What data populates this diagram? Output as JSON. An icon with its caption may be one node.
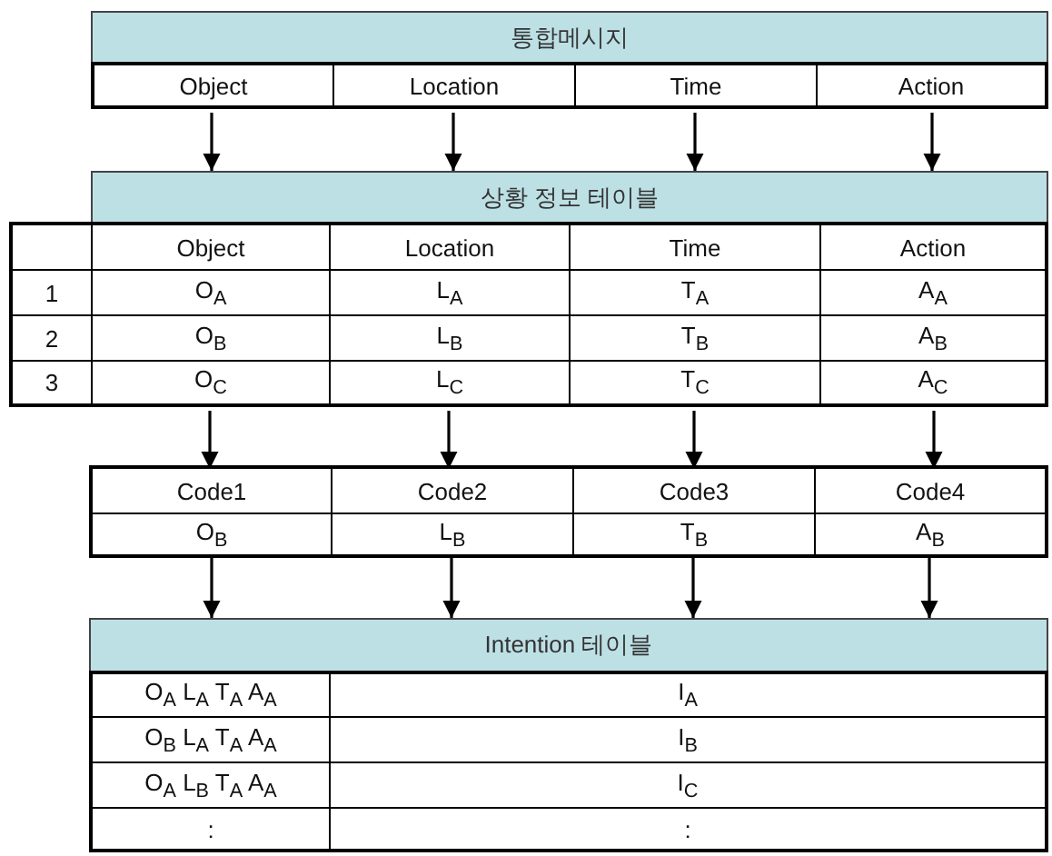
{
  "diagram": {
    "nodes": [
      {
        "text": [
          "통합메시지"
        ]
      },
      {
        "text": [
          "Object"
        ],
        "in": 0
      },
      {
        "text": [
          "Location"
        ],
        "in": 0
      },
      {
        "text": [
          "Time"
        ],
        "in": 0
      },
      {
        "text": [
          "Action"
        ],
        "in": 0
      },
      {
        "text": [
          "상황 정보 테이블"
        ]
      },
      {
        "text": [
          "1",
          "2",
          "3"
        ],
        "in": 5
      },
      {
        "text": [
          "Object",
          "O$_{A}$",
          "O$_{B}$",
          "O$_{C}$"
        ],
        "in": 5
      },
      {
        "text": [
          "Location",
          "L$_{A}$",
          "L$_{B}$",
          "L$_{C}$"
        ],
        "in": 5
      },
      {
        "text": [
          "Time",
          "T$_{A}$",
          "T$_{B}$",
          "T$_{C}$"
        ],
        "in": 5
      },
      {
        "text": [
          "Action",
          "A$_{A}$",
          "A$_{B}$",
          "A$_{C}$"
        ],
        "in": 5
      },
      {
        "text": [],
        "shape": "box"
      },
      {
        "text": [
          "Code1",
          "O$_{B}$"
        ],
        "in": 11
      },
      {
        "text": [
          "Code2",
          "L$_{B}$"
        ],
        "in": 11
      },
      {
        "text": [
          "Code3",
          "T$_{B}$"
        ],
        "in": 11
      },
      {
        "text": [
          "Code4",
          "A$_{B}$"
        ],
        "in": 11
      },
      {
        "text": [
          "Intention 테이블"
        ]
      },
      {
        "text": [
          "O$_{A}$ L$_{A}$ T$_{A}$ A$_{A}$",
          "O$_{B}$ L$_{A}$ T$_{A}$ A$_{A}$",
          "O$_{A}$ L$_{B}$ T$_{A}$ A$_{A}$",
          ":"
        ],
        "in": 16
      },
      {
        "text": [
          "I$_{A}$",
          "I$_{B}$",
          "I$_{C}$",
          ":"
        ],
        "in": 16
      }
    ],
    "edges": [
      {
        "from": 1,
        "to": 5,
        "arrow": "to"
      },
      {
        "from": 2,
        "to": 5,
        "arrow": "to"
      },
      {
        "from": 3,
        "to": 5,
        "arrow": "to"
      },
      {
        "from": 4,
        "to": 5,
        "arrow": "to"
      },
      {
        "from": 7,
        "to": 12,
        "arrow": "to"
      },
      {
        "from": 8,
        "to": 13,
        "arrow": "to"
      },
      {
        "from": 9,
        "to": 14,
        "arrow": "to"
      },
      {
        "from": 10,
        "to": 15,
        "arrow": "to"
      },
      {
        "from": 12,
        "to": 16,
        "arrow": "to"
      },
      {
        "from": 13,
        "to": 16,
        "arrow": "to"
      },
      {
        "from": 14,
        "to": 16,
        "arrow": "to"
      },
      {
        "from": 15,
        "to": 16,
        "arrow": "to"
      }
    ]
  }
}
